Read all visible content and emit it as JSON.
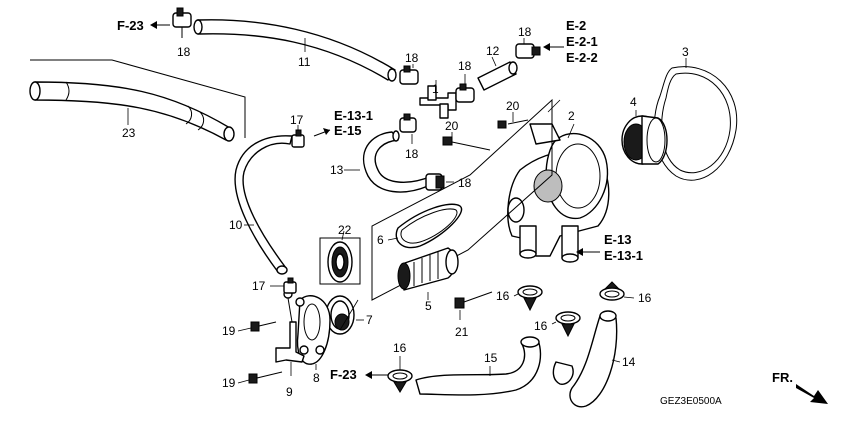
{
  "part_numbers": {
    "p1": "1",
    "p2": "2",
    "p3": "3",
    "p4": "4",
    "p5": "5",
    "p6": "6",
    "p7": "7",
    "p8": "8",
    "p9": "9",
    "p10": "10",
    "p11": "11",
    "p12": "12",
    "p13": "13",
    "p14": "14",
    "p15": "15",
    "p16": "16",
    "p17": "17",
    "p18": "18",
    "p19": "19",
    "p20": "20",
    "p21": "21",
    "p22": "22",
    "p23": "23"
  },
  "references": {
    "f23": "F-23",
    "e2": "E-2",
    "e2_1": "E-2-1",
    "e2_2": "E-2-2",
    "e13_1": "E-13-1",
    "e15": "E-15",
    "e13": "E-13",
    "fr": "FR."
  },
  "diagram_code": "GEZ3E0500A",
  "icons": {
    "reference_arrow": "arrow-left-icon",
    "front_arrow": "arrow-down-right-icon"
  }
}
